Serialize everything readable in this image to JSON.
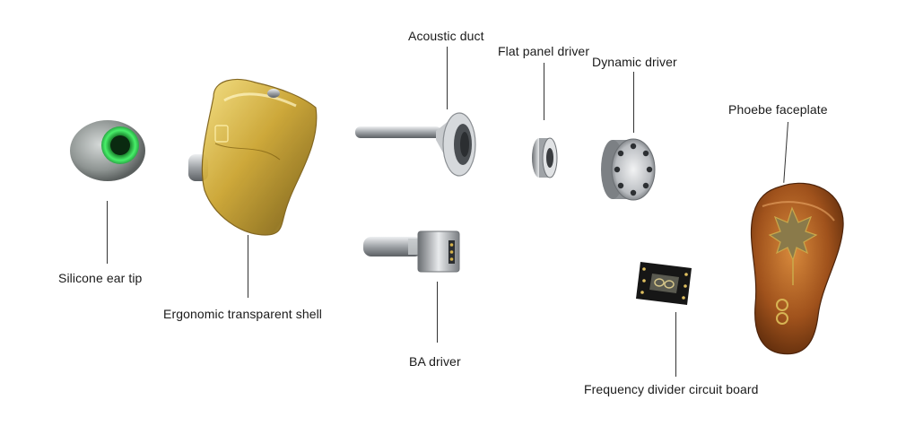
{
  "labels": {
    "silicone_ear_tip": "Silicone ear tip",
    "shell": "Ergonomic transparent shell",
    "acoustic_duct": "Acoustic duct",
    "flat_panel_driver": "Flat panel driver",
    "dynamic_driver": "Dynamic driver",
    "ba_driver": "BA driver",
    "crossover_board": "Frequency divider circuit board",
    "faceplate": "Phoebe faceplate"
  },
  "colors": {
    "shell_amber": "#c9a12a",
    "ear_tip_green": "#3be05a",
    "faceplate_wood": "#a0521c",
    "metal": "#b9bcc0"
  }
}
